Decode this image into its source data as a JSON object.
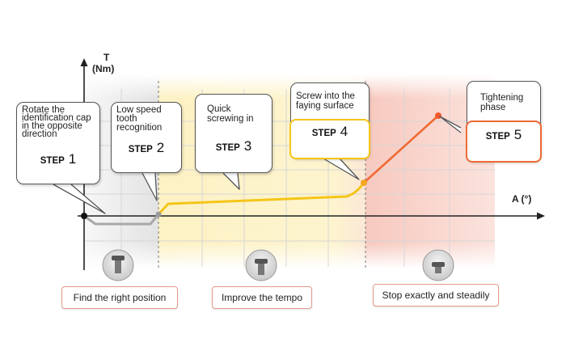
{
  "axis": {
    "y_symbol": "T",
    "y_unit": "(Nm)",
    "x_label": "A (°)"
  },
  "steps": [
    {
      "description": "Rotate the identification cap in the opposite direction",
      "step_word": "STEP",
      "number": "1"
    },
    {
      "description": "Low speed tooth recognition",
      "step_word": "STEP",
      "number": "2"
    },
    {
      "description": "Quick screwing in",
      "step_word": "STEP",
      "number": "3"
    },
    {
      "description": "Screw into the faying surface",
      "step_word": "STEP",
      "number": "4"
    },
    {
      "description": "Tightening phase",
      "step_word": "STEP",
      "number": "5"
    }
  ],
  "bottom_labels": [
    "Find the right position",
    "Improve the tempo",
    "Stop exactly and steadily"
  ],
  "colors": {
    "curve_phase1": "#a8a8a8",
    "curve_phase2": "#f5c518",
    "curve_phase3": "#ee6a33",
    "zone_gray": "#ececec",
    "zone_yellow": "#fdf3c6",
    "zone_red": "#f9d3cb",
    "label_border": "#e39a8c"
  },
  "icons": [
    "screw-icon",
    "screw-icon",
    "screw-icon"
  ]
}
